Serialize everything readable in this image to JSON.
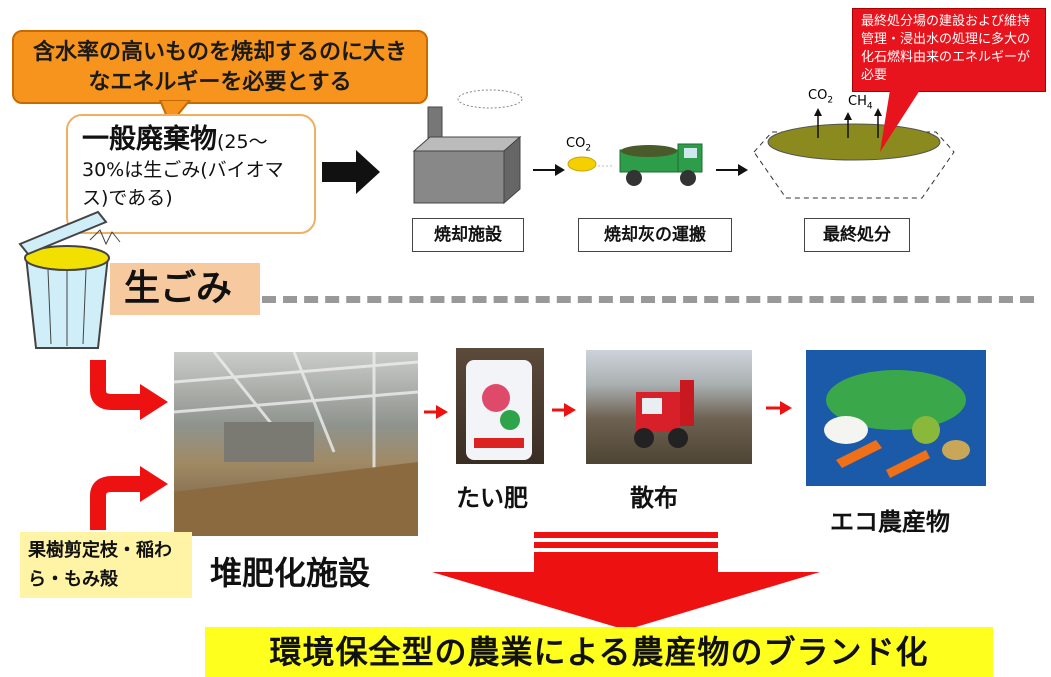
{
  "top_callout": "含水率の高いものを焼却するのに大きなエネルギーを必要とする",
  "waste": {
    "title": "一般廃棄物",
    "desc": "(25～30%は生ごみ(バイオマス)である)"
  },
  "red_callout": "最終処分場の建設および維持管理・浸出水の処理に多大の化石燃料由来のエネルギーが必要",
  "gases": {
    "co2": "CO",
    "co2_sub": "2",
    "ch4": "CH",
    "ch4_sub": "4"
  },
  "upper_flow": [
    "焼却施設",
    "焼却灰の運搬",
    "最終処分"
  ],
  "namagomi": "生ごみ",
  "lower_flow": {
    "facility": "堆肥化施設",
    "compost": "たい肥",
    "spread": "散布",
    "eco": "エコ農産物"
  },
  "fruit_input": "果樹剪定枝・稲わら・もみ殻",
  "banner": "環境保全型の農業による農産物のブランド化",
  "colors": {
    "orange": "#f7941d",
    "red": "#e8141d",
    "yellow": "#ffff1e",
    "arrow_red": "#ee1111"
  }
}
